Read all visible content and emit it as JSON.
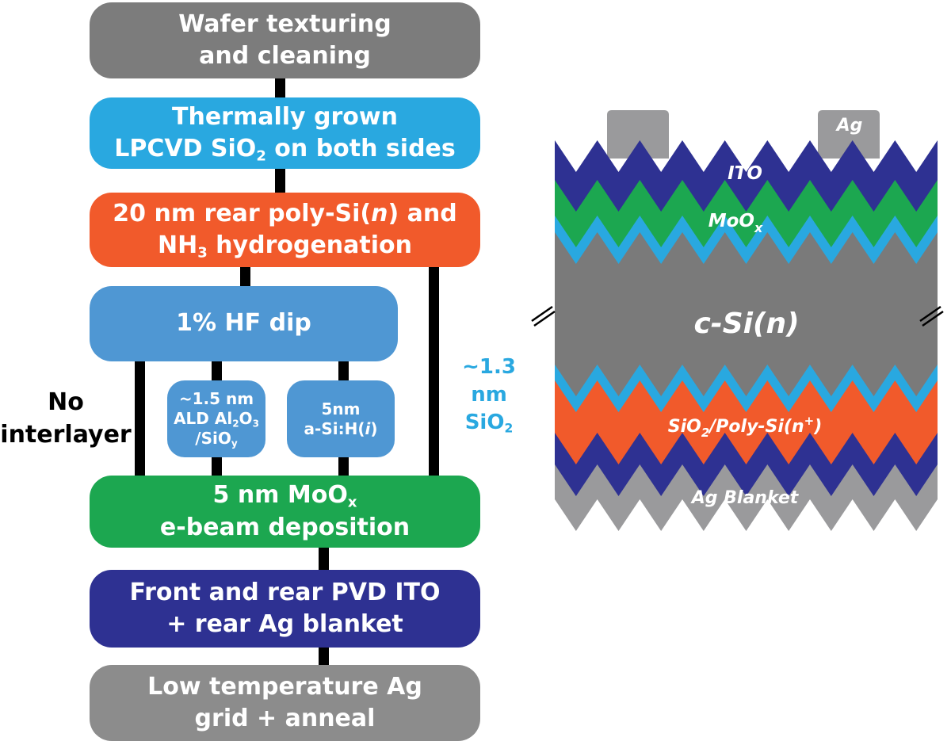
{
  "flow": {
    "step1": {
      "line1": "Wafer texturing",
      "line2": "and cleaning",
      "color": "#7c7c7c"
    },
    "step2": {
      "line1": "Thermally grown",
      "line2_pre": "LPCVD SiO",
      "line2_sub": "2",
      "line2_post": " on both sides",
      "color": "#29a8e0"
    },
    "step3": {
      "line1": "20 nm rear poly-Si(",
      "line1_ital": "n",
      "line1_post": ") and",
      "line2_pre": "NH",
      "line2_sub": "3",
      "line2_post": " hydrogenation",
      "color": "#f15a2b"
    },
    "step4": {
      "label": "1% HF dip",
      "color": "#4f97d3"
    },
    "step4a": {
      "line1": "~1.5 nm",
      "line2_pre": "ALD Al",
      "line2_sub1": "2",
      "line2_mid": "O",
      "line2_sub2": "3",
      "line3_pre": "/SiO",
      "line3_sub": "y",
      "color": "#4f97d3"
    },
    "step4b": {
      "line1": "5nm",
      "line2_pre": "a-Si:H(",
      "line2_ital": "i",
      "line2_post": ")",
      "color": "#4f97d3"
    },
    "step5": {
      "line1_pre": "5 nm MoO",
      "line1_sub": "x",
      "line2": "e-beam deposition",
      "color": "#1ca750"
    },
    "step6": {
      "line1": "Front and rear PVD ITO",
      "line2": "+ rear Ag blanket",
      "color": "#2e3192"
    },
    "step7": {
      "line1": "Low temperature Ag",
      "line2": "grid + anneal",
      "color": "#8c8c8c"
    }
  },
  "side_labels": {
    "no_interlayer": {
      "line1": "No",
      "line2": "interlayer",
      "color": "#000000"
    },
    "sio2_thin": {
      "line1": "~1.3 nm",
      "line2_pre": "SiO",
      "line2_sub": "2",
      "color": "#29a8e0"
    }
  },
  "cell_diagram": {
    "ag_finger": "Ag",
    "ito": "ITO",
    "moox_pre": "MoO",
    "moox_sub": "x",
    "csi": "c-Si(n)",
    "rear_pre": "SiO",
    "rear_sub": "2",
    "rear_mid": "/Poly-Si(n",
    "rear_sup": "+",
    "rear_post": ")",
    "ag_blanket": "Ag Blanket",
    "colors": {
      "ag": "#9a9a9c",
      "ito": "#2e3192",
      "moox": "#1ca750",
      "sio2": "#29a8e0",
      "csi": "#7a7a7a",
      "poly": "#f15a2b"
    }
  }
}
